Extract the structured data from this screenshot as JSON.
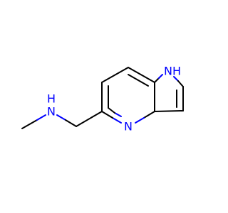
{
  "molecule": {
    "atom_labels": {
      "amine_n": "N",
      "amine_h": "H",
      "pyridine_n": "N",
      "pyrrole_n": "N",
      "pyrrole_h": "H"
    },
    "colors": {
      "bond": "#000000",
      "heteroatom": "#0000ff",
      "background": "#ffffff"
    }
  }
}
